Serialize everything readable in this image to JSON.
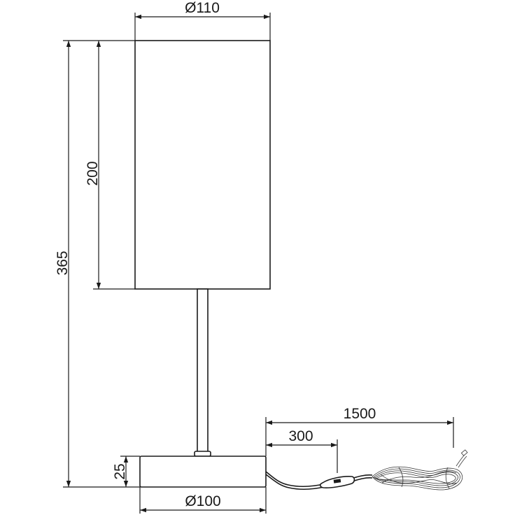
{
  "drawing": {
    "dimensions": {
      "shade_diameter": "Ø110",
      "shade_height": "200",
      "total_height": "365",
      "base_height": "25",
      "base_diameter": "Ø100",
      "cord_length": "1500",
      "switch_distance": "300"
    },
    "colors": {
      "line": "#1a1a1a",
      "background": "#ffffff"
    }
  }
}
